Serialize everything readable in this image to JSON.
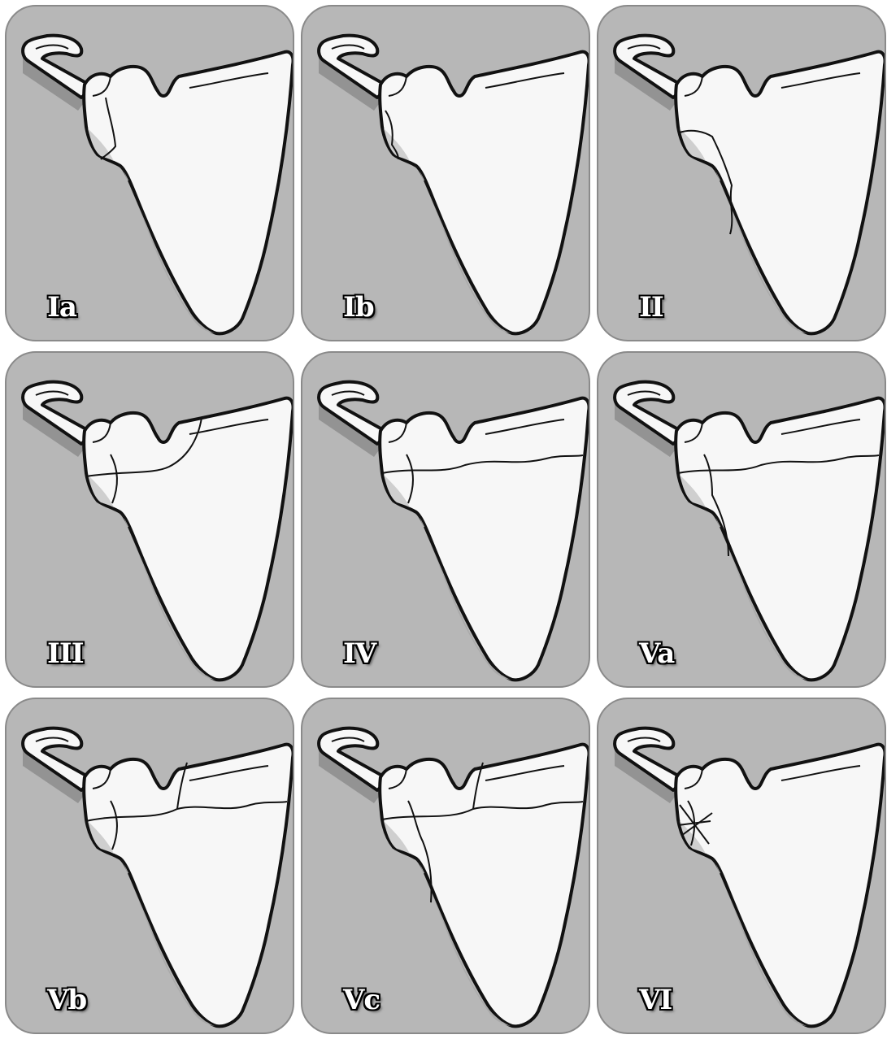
{
  "colors": {
    "panel_background": "#b7b7b7",
    "bone_fill": "#f7f7f7",
    "outline": "#111111",
    "label_text": "#ffffff"
  },
  "panels": [
    {
      "label": "Ia"
    },
    {
      "label": "Ib"
    },
    {
      "label": "II"
    },
    {
      "label": "III"
    },
    {
      "label": "IV"
    },
    {
      "label": "Va"
    },
    {
      "label": "Vb"
    },
    {
      "label": "Vc"
    },
    {
      "label": "VI"
    }
  ]
}
